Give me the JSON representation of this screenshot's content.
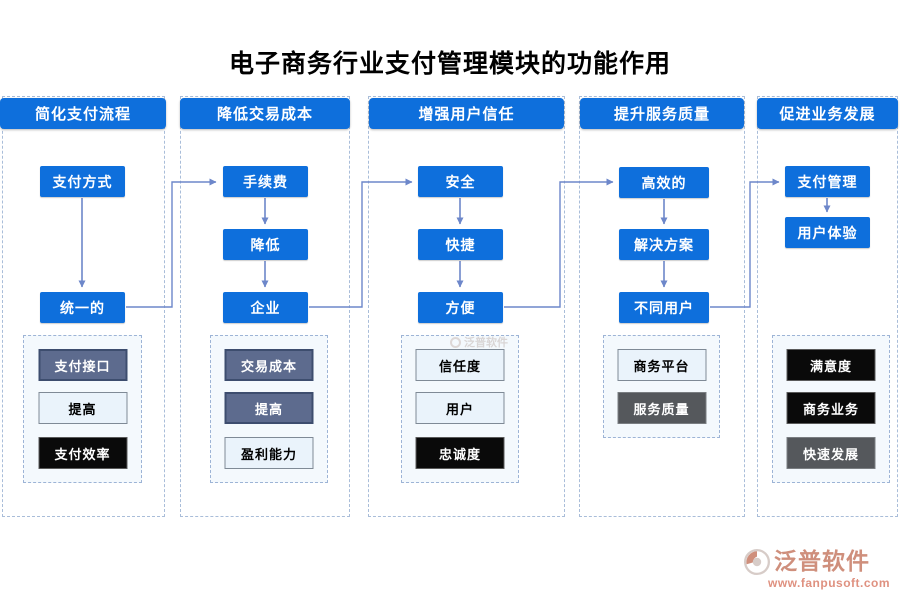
{
  "title": "电子商务行业支付管理模块的功能作用",
  "columns": [
    {
      "header": "简化支付流程",
      "flow": [
        "支付方式",
        "统一的"
      ],
      "panel": [
        "支付接口",
        "提高",
        "支付效率"
      ]
    },
    {
      "header": "降低交易成本",
      "flow": [
        "手续费",
        "降低",
        "企业"
      ],
      "panel": [
        "交易成本",
        "提高",
        "盈利能力"
      ]
    },
    {
      "header": "增强用户信任",
      "flow": [
        "安全",
        "快捷",
        "方便"
      ],
      "panel": [
        "信任度",
        "用户",
        "忠诚度"
      ]
    },
    {
      "header": "提升服务质量",
      "flow": [
        "高效的",
        "解决方案",
        "不同用户"
      ],
      "panel": [
        "商务平台",
        "服务质量"
      ]
    },
    {
      "header": "促进业务发展",
      "flow": [
        "支付管理",
        "用户体验"
      ],
      "panel": [
        "满意度",
        "商务业务",
        "快速发展"
      ]
    }
  ],
  "watermark": {
    "text": "泛普软件"
  },
  "footer": {
    "brand": "泛普软件",
    "url": "www.fanpusoft.com"
  },
  "colors": {
    "primary_blue": "#0e6fdc",
    "connector_blue": "#6d87ca",
    "slate_box": "#5d6b8e",
    "light_box": "#eaf3fb",
    "black_box": "#0a0a0a",
    "dark_grey_box": "#55585c",
    "dashed_border": "#a9bdd9",
    "brand_salmon": "#cf8f7c"
  }
}
